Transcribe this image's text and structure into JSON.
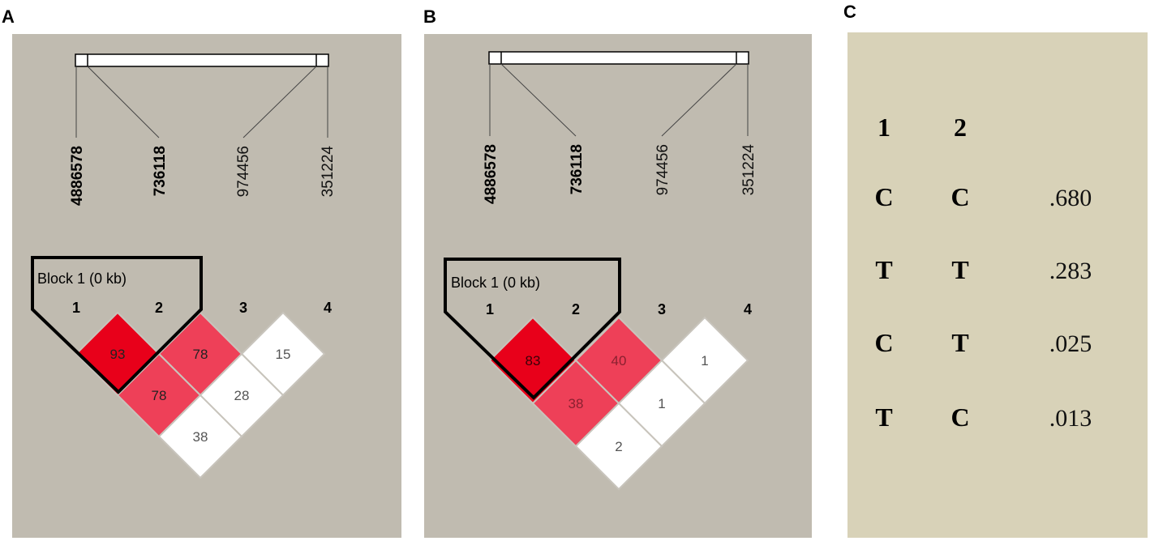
{
  "panels": [
    {
      "label": "A",
      "snps": [
        {
          "name": "4886578",
          "bold": true
        },
        {
          "name": "736118",
          "bold": true
        },
        {
          "name": "974456",
          "bold": false
        },
        {
          "name": "351224",
          "bold": false
        }
      ],
      "indices": [
        "1",
        "2",
        "3",
        "4"
      ],
      "block_label": "Block 1 (0 kb)",
      "cells": [
        {
          "i": 1,
          "j": 2,
          "value": "93",
          "color": "#e8001a",
          "text": "#222222"
        },
        {
          "i": 2,
          "j": 3,
          "value": "78",
          "color": "#ee4058",
          "text": "#222222"
        },
        {
          "i": 3,
          "j": 4,
          "value": "15",
          "color": "#ffffff",
          "text": "#555555"
        },
        {
          "i": 1,
          "j": 3,
          "value": "78",
          "color": "#ee4058",
          "text": "#222222"
        },
        {
          "i": 2,
          "j": 4,
          "value": "28",
          "color": "#ffffff",
          "text": "#555555"
        },
        {
          "i": 1,
          "j": 4,
          "value": "38",
          "color": "#ffffff",
          "text": "#555555"
        }
      ]
    },
    {
      "label": "B",
      "snps": [
        {
          "name": "4886578",
          "bold": true
        },
        {
          "name": "736118",
          "bold": true
        },
        {
          "name": "974456",
          "bold": false
        },
        {
          "name": "351224",
          "bold": false
        }
      ],
      "indices": [
        "1",
        "2",
        "3",
        "4"
      ],
      "block_label": "Block 1 (0 kb)",
      "cells": [
        {
          "i": 1,
          "j": 2,
          "value": "83",
          "color": "#e8001a",
          "text": "#3a0008"
        },
        {
          "i": 2,
          "j": 3,
          "value": "40",
          "color": "#ee4058",
          "text": "#8a2030"
        },
        {
          "i": 3,
          "j": 4,
          "value": "1",
          "color": "#ffffff",
          "text": "#555555"
        },
        {
          "i": 1,
          "j": 3,
          "value": "38",
          "color": "#ee4058",
          "text": "#8a2030"
        },
        {
          "i": 2,
          "j": 4,
          "value": "1",
          "color": "#ffffff",
          "text": "#555555"
        },
        {
          "i": 1,
          "j": 4,
          "value": "2",
          "color": "#ffffff",
          "text": "#555555"
        }
      ]
    }
  ],
  "haplotypes": {
    "label": "C",
    "headers": [
      "1",
      "2"
    ],
    "rows": [
      {
        "a1": "C",
        "a2": "C",
        "freq": ".680"
      },
      {
        "a1": "T",
        "a2": "T",
        "freq": ".283"
      },
      {
        "a1": "C",
        "a2": "T",
        "freq": ".025"
      },
      {
        "a1": "T",
        "a2": "C",
        "freq": ".013"
      }
    ]
  },
  "colors": {
    "panel_bg": "#c0bbb0",
    "haplo_bg": "#d8d2b8",
    "grid_line": "#c8c4bc"
  }
}
